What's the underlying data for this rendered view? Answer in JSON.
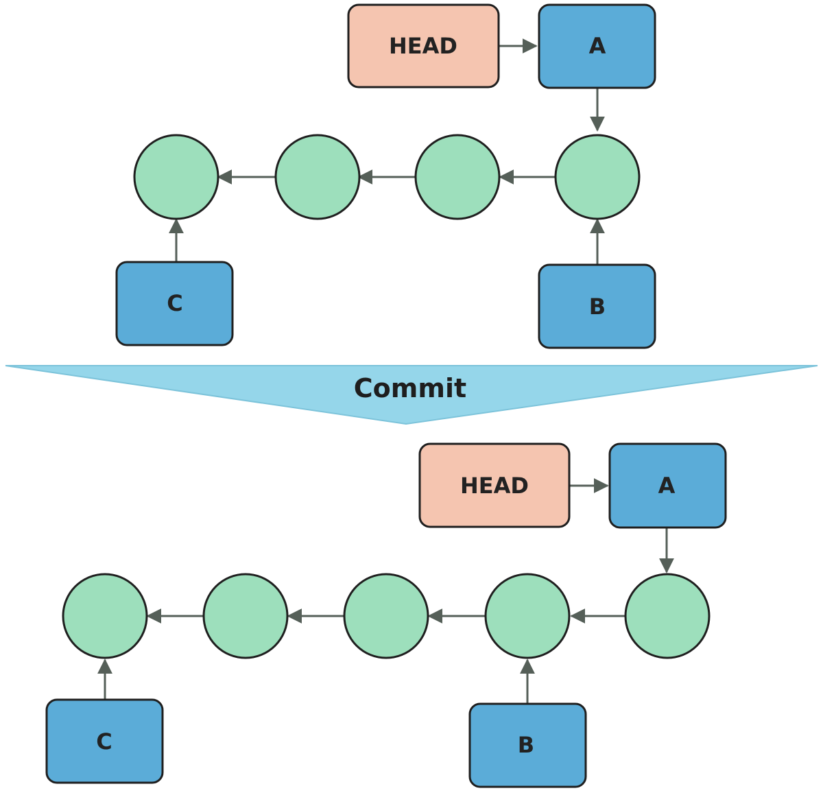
{
  "colors": {
    "head_fill": "#f5c5b0",
    "ref_fill": "#5bacd8",
    "commit_fill": "#9ddfbc",
    "banner_fill": "#95d6ea",
    "stroke": "#1f1f1f",
    "arrow": "#555f58"
  },
  "top": {
    "head_label": "HEAD",
    "a_label": "A",
    "b_label": "B",
    "c_label": "C",
    "commit_count": 4
  },
  "transition": {
    "label": "Commit"
  },
  "bottom": {
    "head_label": "HEAD",
    "a_label": "A",
    "b_label": "B",
    "c_label": "C",
    "commit_count": 5
  }
}
